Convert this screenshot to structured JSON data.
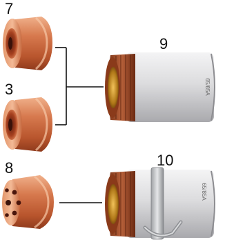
{
  "parts": [
    {
      "number": "7",
      "type": "shield-cap"
    },
    {
      "number": "3",
      "type": "shield-cap"
    },
    {
      "number": "8",
      "type": "deflector-cap"
    },
    {
      "number": "9",
      "type": "retaining-cap",
      "marking": "65/85A"
    },
    {
      "number": "10",
      "type": "retaining-cap-with-clip",
      "marking": "65/85A"
    }
  ],
  "colors": {
    "copper": "#c8643c",
    "copper_dark": "#8e3a1c",
    "copper_light": "#f0b08a",
    "gray_body": "#d4d4d6",
    "gold_inner": "#b07818",
    "line": "#111111"
  }
}
